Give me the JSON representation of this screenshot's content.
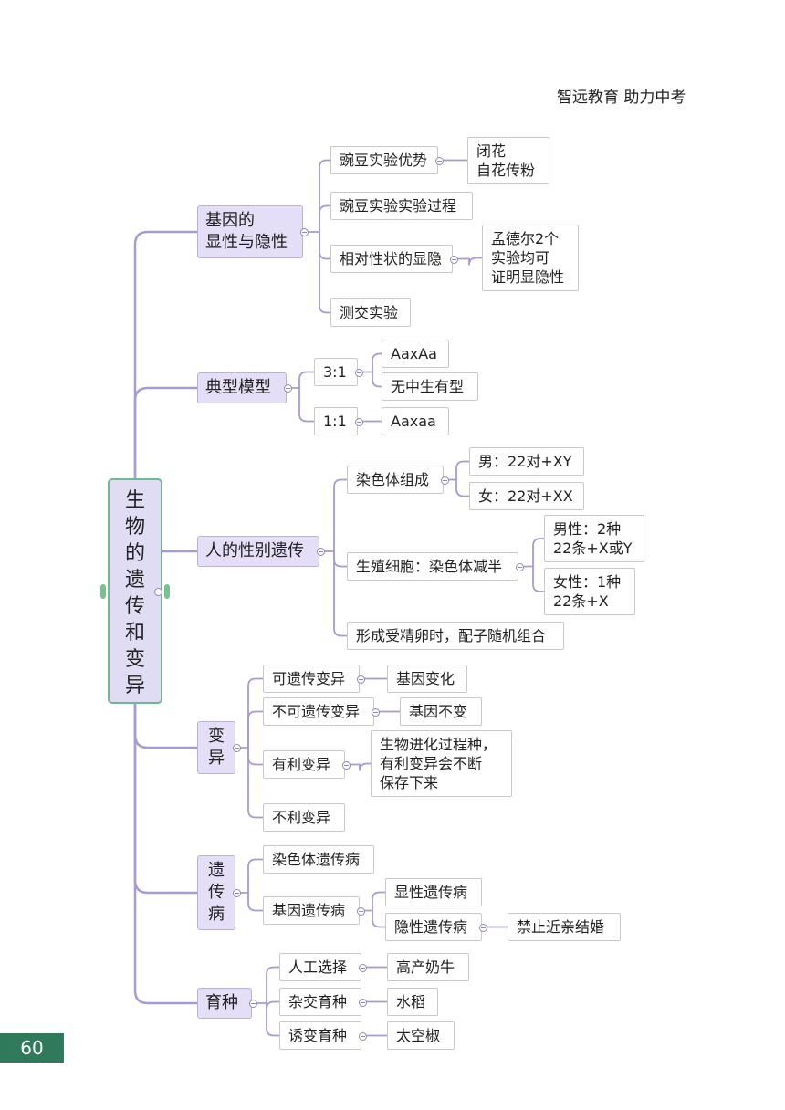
{
  "header": {
    "text": "智远教育  助力中考"
  },
  "page_number": "60",
  "colors": {
    "connector": "#a89bd4",
    "primary_fill": "#e4dff7",
    "root_border": "#6fb98d",
    "page_badge": "#2e7a5a"
  },
  "root": {
    "label": "生\n物\n的\n遗\n传\n和\n变\n异"
  },
  "branches": [
    {
      "label": "基因的\n显性与隐性",
      "children": [
        {
          "label": "豌豆实验优势",
          "children": [
            {
              "label": "闭花\n自花传粉"
            }
          ]
        },
        {
          "label": "豌豆实验实验过程"
        },
        {
          "label": "相对性状的显隐",
          "children": [
            {
              "label": "孟德尔2个\n实验均可\n证明显隐性"
            }
          ]
        },
        {
          "label": "测交实验"
        }
      ]
    },
    {
      "label": "典型模型",
      "children": [
        {
          "label": "3:1",
          "children": [
            {
              "label": "AaxAa"
            },
            {
              "label": "无中生有型"
            }
          ]
        },
        {
          "label": "1:1",
          "children": [
            {
              "label": "Aaxaa"
            }
          ]
        }
      ]
    },
    {
      "label": "人的性别遗传",
      "children": [
        {
          "label": "染色体组成",
          "children": [
            {
              "label": "男：22对+XY"
            },
            {
              "label": "女：22对+XX"
            }
          ]
        },
        {
          "label": "生殖细胞：染色体减半",
          "children": [
            {
              "label": "男性：2种\n22条+X或Y"
            },
            {
              "label": "女性：1种\n22条+X"
            }
          ]
        },
        {
          "label": "形成受精卵时，配子随机组合"
        }
      ]
    },
    {
      "label": "变\n异",
      "children": [
        {
          "label": "可遗传变异",
          "children": [
            {
              "label": "基因变化"
            }
          ]
        },
        {
          "label": "不可遗传变异",
          "children": [
            {
              "label": "基因不变"
            }
          ]
        },
        {
          "label": "有利变异",
          "children": [
            {
              "label": "生物进化过程种，\n有利变异会不断\n保存下来"
            }
          ]
        },
        {
          "label": "不利变异"
        }
      ]
    },
    {
      "label": "遗\n传\n病",
      "children": [
        {
          "label": "染色体遗传病"
        },
        {
          "label": "基因遗传病",
          "children": [
            {
              "label": "显性遗传病"
            },
            {
              "label": "隐性遗传病",
              "children": [
                {
                  "label": "禁止近亲结婚"
                }
              ]
            }
          ]
        }
      ]
    },
    {
      "label": "育种",
      "children": [
        {
          "label": "人工选择",
          "children": [
            {
              "label": "高产奶牛"
            }
          ]
        },
        {
          "label": "杂交育种",
          "children": [
            {
              "label": "水稻"
            }
          ]
        },
        {
          "label": "诱变育种",
          "children": [
            {
              "label": "太空椒"
            }
          ]
        }
      ]
    }
  ]
}
